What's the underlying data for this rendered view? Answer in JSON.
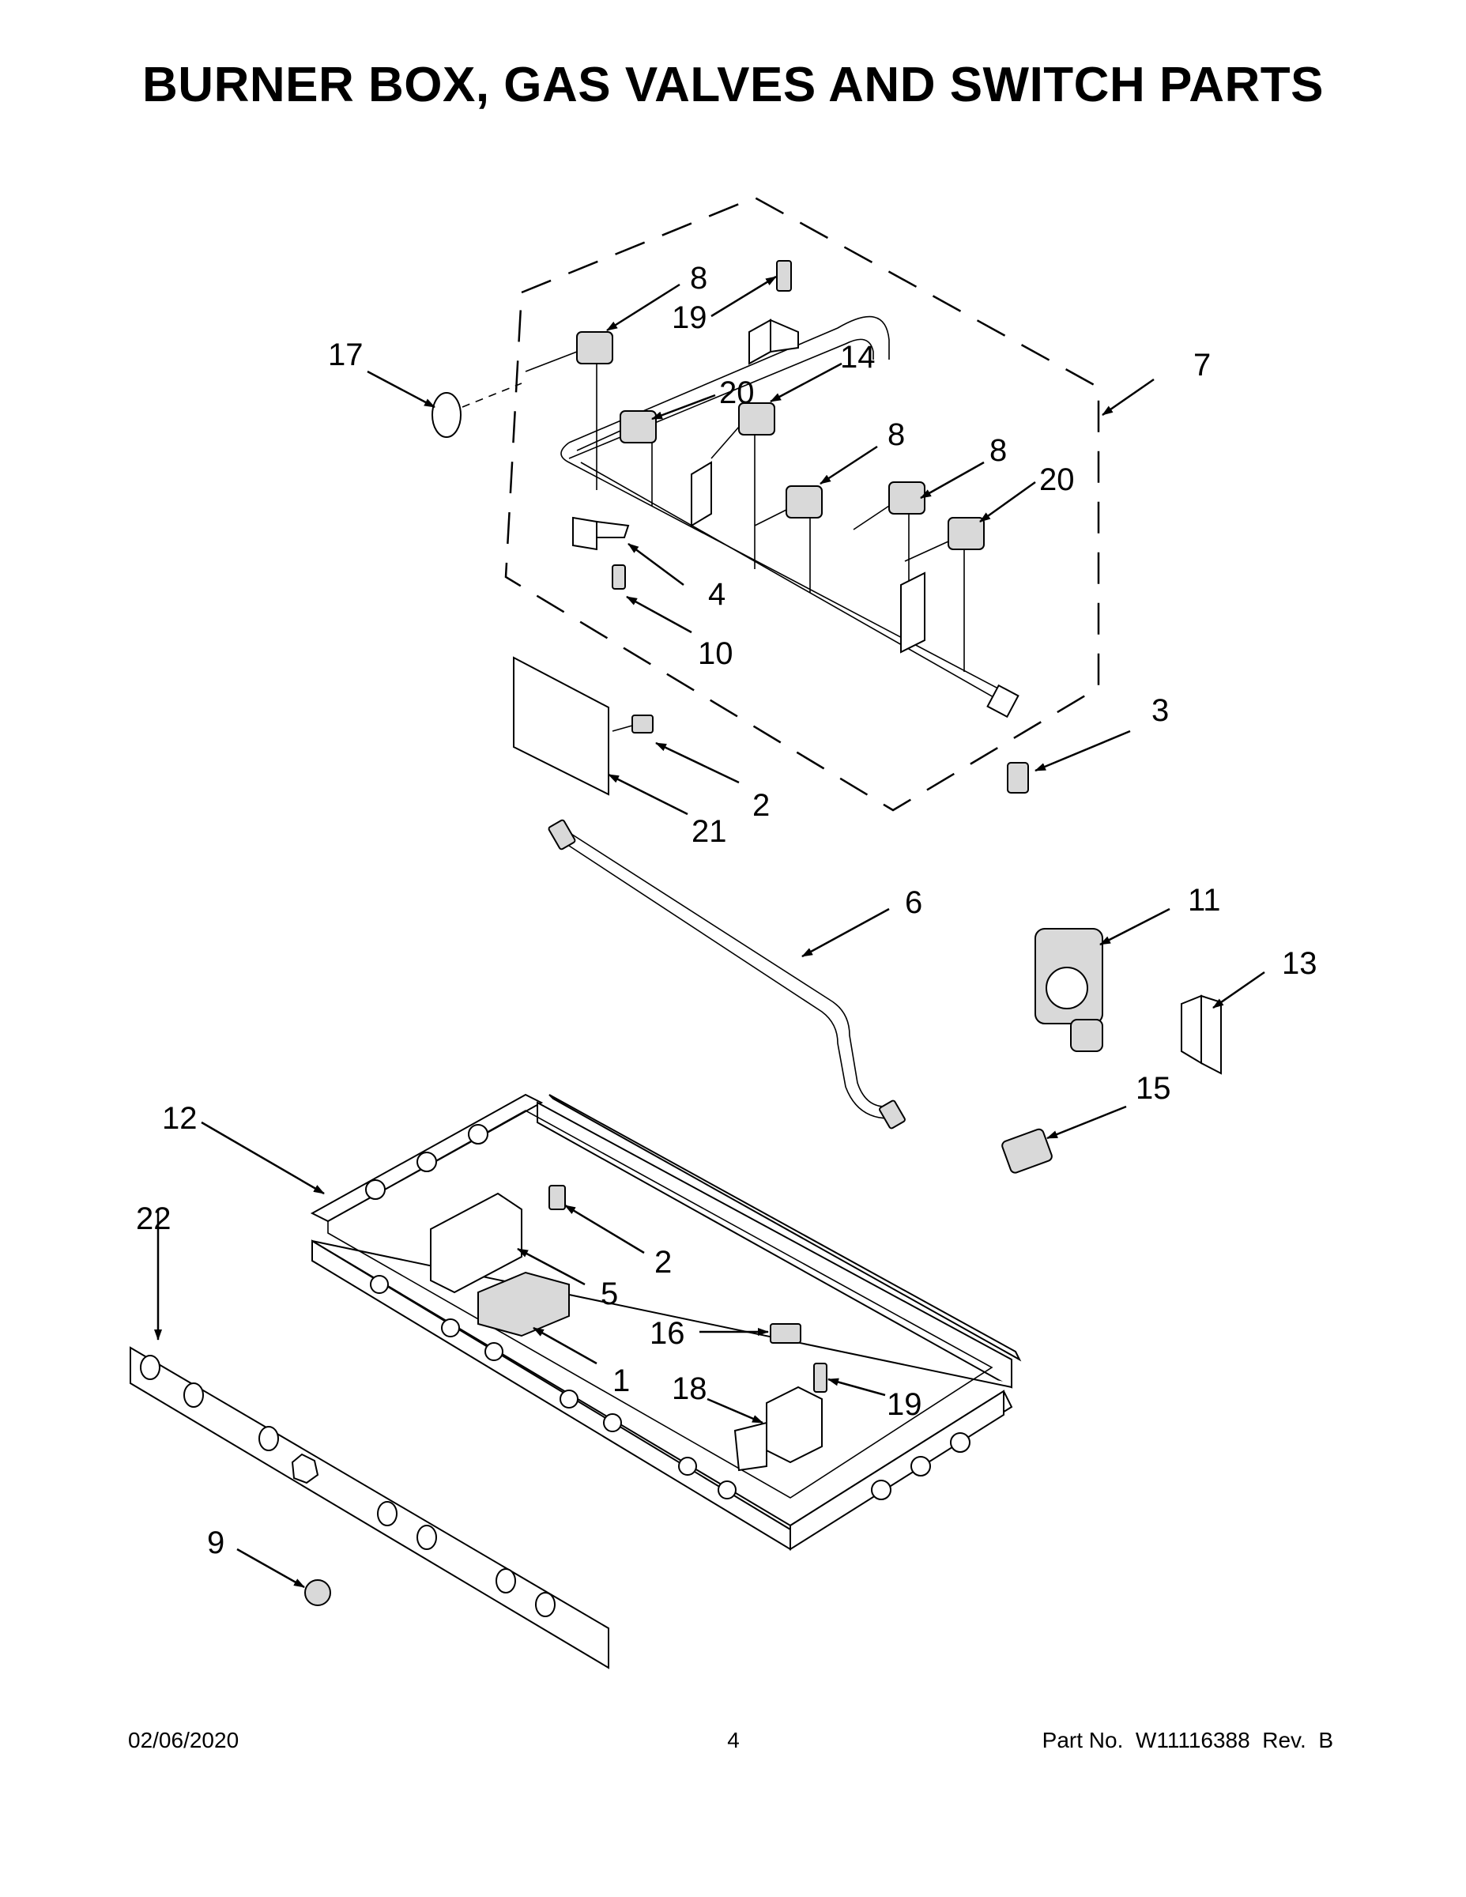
{
  "title": "BURNER BOX, GAS VALVES AND SWITCH PARTS",
  "footer": {
    "date": "02/06/2020",
    "page": "4",
    "part_no": "Part No.  W11116388  Rev.  B"
  },
  "callouts": [
    {
      "id": "c8a",
      "label": "8"
    },
    {
      "id": "c19a",
      "label": "19"
    },
    {
      "id": "c17",
      "label": "17"
    },
    {
      "id": "c20a",
      "label": "20"
    },
    {
      "id": "c14",
      "label": "14"
    },
    {
      "id": "c7",
      "label": "7"
    },
    {
      "id": "c8b",
      "label": "8"
    },
    {
      "id": "c8c",
      "label": "8"
    },
    {
      "id": "c20b",
      "label": "20"
    },
    {
      "id": "c4",
      "label": "4"
    },
    {
      "id": "c10",
      "label": "10"
    },
    {
      "id": "c3",
      "label": "3"
    },
    {
      "id": "c2a",
      "label": "2"
    },
    {
      "id": "c21",
      "label": "21"
    },
    {
      "id": "c6",
      "label": "6"
    },
    {
      "id": "c11",
      "label": "11"
    },
    {
      "id": "c13",
      "label": "13"
    },
    {
      "id": "c15",
      "label": "15"
    },
    {
      "id": "c12",
      "label": "12"
    },
    {
      "id": "c22",
      "label": "22"
    },
    {
      "id": "c2b",
      "label": "2"
    },
    {
      "id": "c5",
      "label": "5"
    },
    {
      "id": "c16",
      "label": "16"
    },
    {
      "id": "c1",
      "label": "1"
    },
    {
      "id": "c18",
      "label": "18"
    },
    {
      "id": "c19b",
      "label": "19"
    },
    {
      "id": "c9",
      "label": "9"
    }
  ]
}
